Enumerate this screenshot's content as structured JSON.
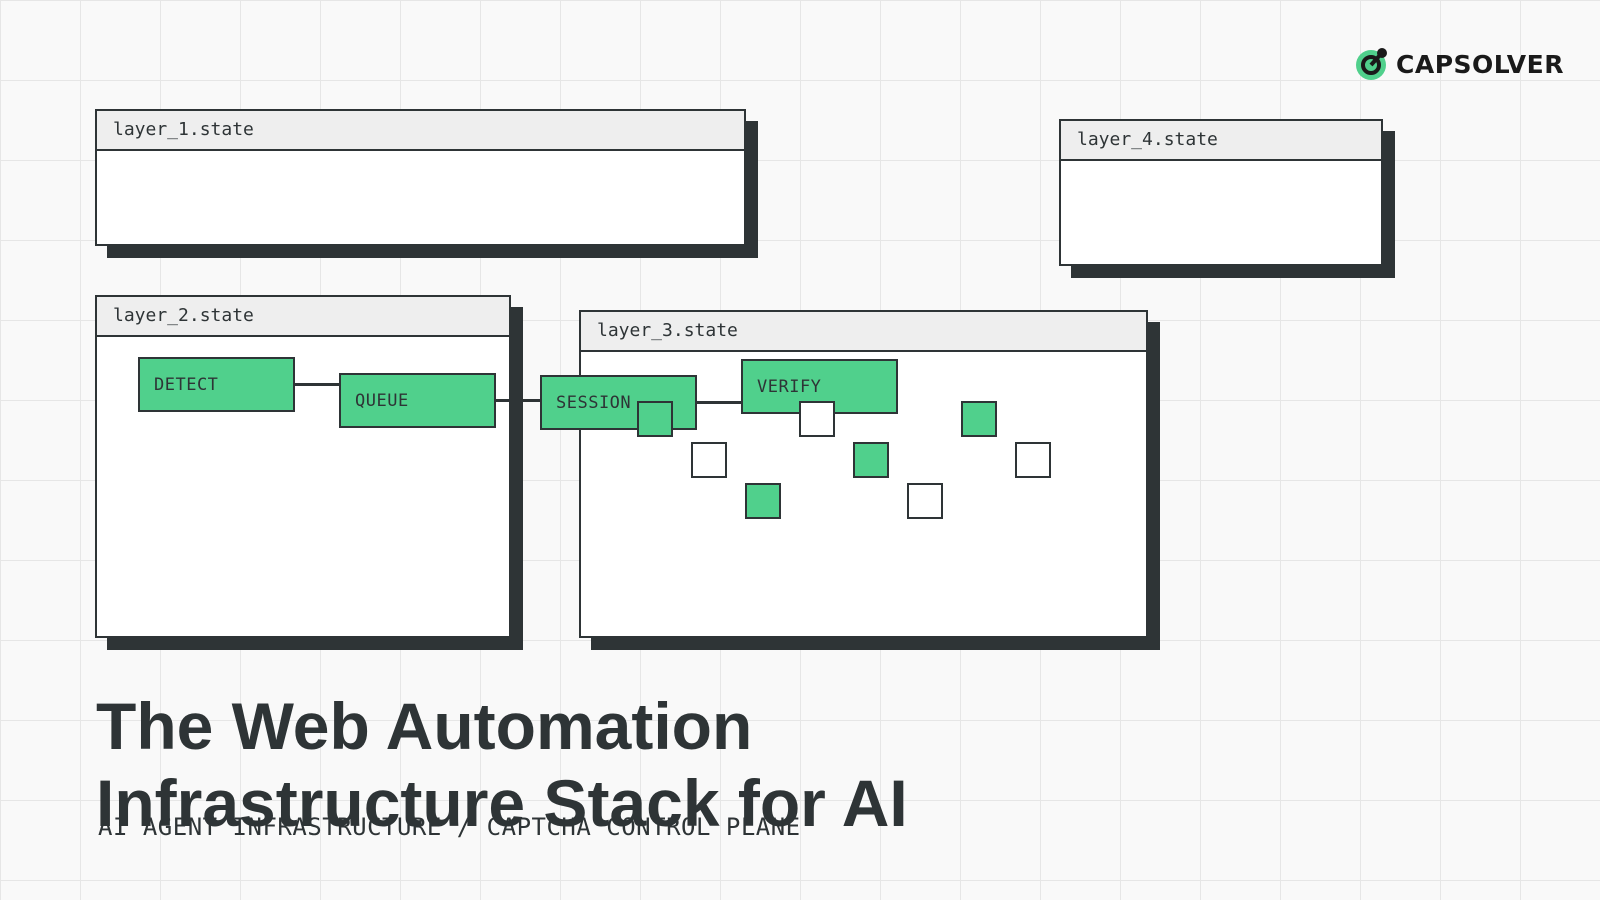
{
  "brand": {
    "name": "CAPSOLVER",
    "icon": "capsolver-logo-icon",
    "accent": "#50d08c"
  },
  "panels": [
    {
      "label": "layer_1.state"
    },
    {
      "label": "layer_2.state"
    },
    {
      "label": "layer_3.state"
    },
    {
      "label": "layer_4.state"
    }
  ],
  "pipeline": {
    "nodes": [
      {
        "label": "DETECT"
      },
      {
        "label": "QUEUE"
      },
      {
        "label": "SESSION"
      },
      {
        "label": "VERIFY"
      }
    ]
  },
  "headline": {
    "line1": "The Web Automation",
    "line2": "Infrastructure Stack for AI"
  },
  "subtitle": "AI AGENT INFRASTRUCTURE / CAPTCHA CONTROL PLANE",
  "colors": {
    "accent": "#50d08c",
    "ink": "#2e3436",
    "panel_header": "#eeeeee",
    "background": "#f9f9f9"
  }
}
